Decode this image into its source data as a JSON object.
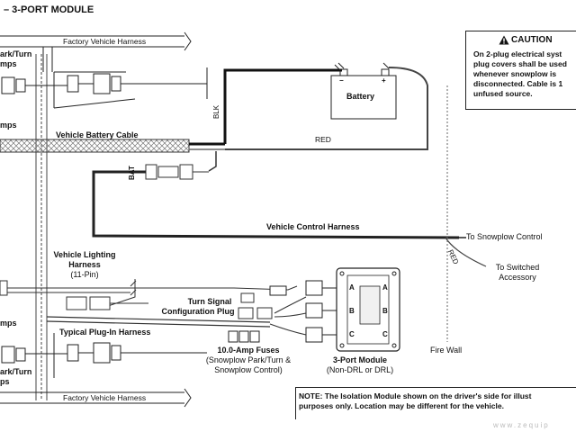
{
  "title": "– 3-PORT MODULE",
  "labels": {
    "factory_harness_top": "Factory Vehicle Harness",
    "factory_harness_bottom": "Factory Vehicle Harness",
    "park_turn_top_1": "ark/Turn",
    "park_turn_top_2": "mps",
    "lamps_upper": "mps",
    "lamps_lower": "mps",
    "park_turn_bottom_1": "ark/Turn",
    "park_turn_bottom_2": "ps",
    "battery": "Battery",
    "blk": "BLK",
    "red_battery": "RED",
    "bat": "BAT",
    "vehicle_battery_cable": "Vehicle Battery Cable",
    "vehicle_control_harness": "Vehicle Control Harness",
    "to_snowplow_control": "To Snowplow Control",
    "red_switched": "RED",
    "to_switched_1": "To Switched",
    "to_switched_2": "Accessory",
    "vehicle_lighting_1": "Vehicle Lighting",
    "vehicle_lighting_2": "Harness",
    "vehicle_lighting_3": "(11-Pin)",
    "turn_signal_1": "Turn Signal",
    "turn_signal_2": "Configuration Plug",
    "typical_plugin": "Typical Plug-In Harness",
    "fuses_1": "10.0-Amp Fuses",
    "fuses_2": "(Snowplow Park/Turn &",
    "fuses_3": "Snowplow Control)",
    "module_1": "3-Port Module",
    "module_2": "(Non-DRL or DRL)",
    "fire_wall": "Fire Wall",
    "port_a1": "A",
    "port_b1": "B",
    "port_c1": "C",
    "port_a2": "A",
    "port_b2": "B",
    "port_c2": "C",
    "plus": "+",
    "minus": "−"
  },
  "caution": {
    "heading": "CAUTION",
    "text": "On 2-plug electrical syst\nplug covers shall be used\nwhenever snowplow is\ndisconnected. Cable is 1\nunfused source."
  },
  "note": "NOTE: The Isolation Module shown on the driver's side for illust\npurposes only. Location may be different for the vehicle.",
  "watermark": "www.zequip",
  "colors": {
    "line": "#222222",
    "wire_red": "#555555",
    "cable_pattern": "#888888"
  }
}
